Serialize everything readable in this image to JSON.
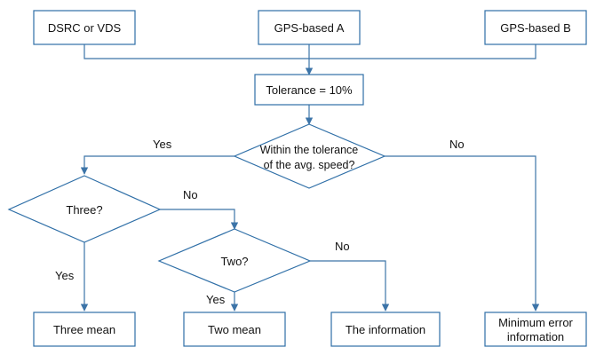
{
  "nodes": {
    "source1": "DSRC or VDS",
    "source2": "GPS-based A",
    "source3": "GPS-based B",
    "tolerance": "Tolerance = 10%",
    "decision_within_line1": "Within the tolerance",
    "decision_within_line2": "of the avg. speed?",
    "decision_three": "Three?",
    "decision_two": "Two?",
    "result_three_mean": "Three mean",
    "result_two_mean": "Two mean",
    "result_information": "The information",
    "result_min_error_line1": "Minimum error",
    "result_min_error_line2": "information"
  },
  "edge_labels": {
    "within_yes": "Yes",
    "within_no": "No",
    "three_no": "No",
    "three_yes": "Yes",
    "two_no": "No",
    "two_yes": "Yes"
  },
  "colors": {
    "stroke": "#2f6fa7",
    "connector": "#3c74a8"
  }
}
